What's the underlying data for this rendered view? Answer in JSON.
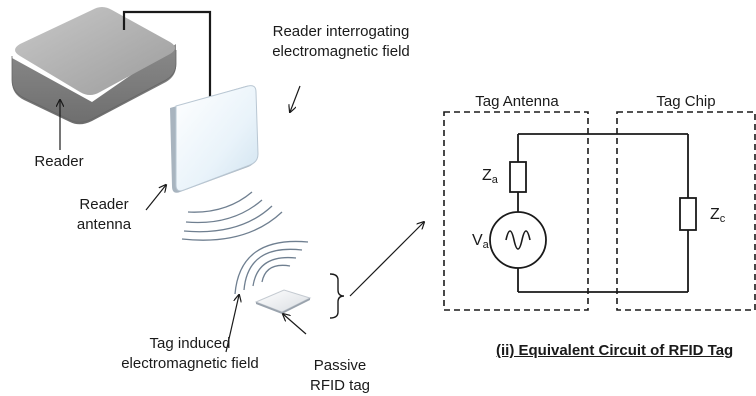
{
  "labels": {
    "reader": "Reader",
    "reader_field_line1": "Reader interrogating",
    "reader_field_line2": "electromagnetic field",
    "reader_antenna_line1": "Reader",
    "reader_antenna_line2": "antenna",
    "tag_field_line1": "Tag induced",
    "tag_field_line2": "electromagnetic field",
    "passive_tag_line1": "Passive",
    "passive_tag_line2": "RFID tag"
  },
  "circuit": {
    "antenna_box_label": "Tag Antenna",
    "chip_box_label": "Tag Chip",
    "za_main": "Z",
    "za_sub": "a",
    "va_main": "V",
    "va_sub": "a",
    "zc_main": "Z",
    "zc_sub": "c",
    "caption": "(ii) Equivalent Circuit of RFID Tag"
  }
}
